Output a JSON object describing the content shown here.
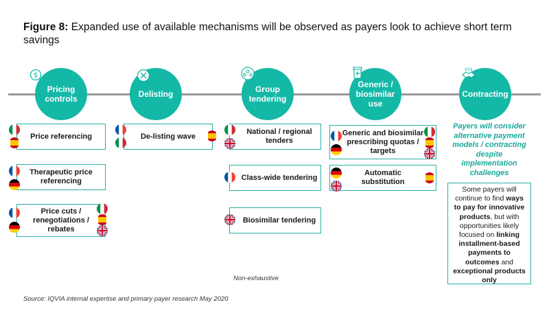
{
  "header": {
    "figure_label": "Figure 8:",
    "title_text": " Expanded use of available mechanisms will be observed as payers look to achieve short term savings"
  },
  "colors": {
    "teal": "#14b8a6",
    "box_border": "#2aaea0",
    "italic_teal": "#19a89a",
    "timeline": "#9a9a9a"
  },
  "stages": [
    {
      "label": "Pricing controls",
      "icon": "dollar-arrow-icon"
    },
    {
      "label": "Delisting",
      "icon": "x-circle-icon"
    },
    {
      "label": "Group tendering",
      "icon": "group-icon"
    },
    {
      "label": "Generic / biosimilar use",
      "icon": "pill-bottle-icon"
    },
    {
      "label": "Contracting",
      "icon": "handshake-icon"
    }
  ],
  "mechanisms": [
    {
      "label": "Price referencing",
      "flags": [
        "italy",
        "spain"
      ]
    },
    {
      "label": "Therapeutic price referencing",
      "flags": [
        "france",
        "germany"
      ]
    },
    {
      "label": "Price cuts / renegotiations / rebates",
      "flags": [
        "france",
        "germany",
        "italy",
        "spain",
        "uk"
      ]
    },
    {
      "label": "De-listing wave",
      "flags": [
        "france",
        "italy",
        "spain"
      ]
    },
    {
      "label": "National / regional tenders",
      "flags": [
        "italy",
        "uk"
      ]
    },
    {
      "label": "Class-wide tendering",
      "flags": [
        "france"
      ]
    },
    {
      "label": "Biosimilar tendering",
      "flags": [
        "uk"
      ]
    },
    {
      "label": "Generic and biosimilar prescribing quotas / targets",
      "flags": [
        "france",
        "germany",
        "italy",
        "spain",
        "uk"
      ]
    },
    {
      "label": "Automatic substitution",
      "flags": [
        "germany",
        "uk",
        "spain"
      ]
    }
  ],
  "contracting": {
    "headline": "Payers will consider alternative payment models / contracting despite implementation challenges",
    "note_parts": [
      {
        "text": "Some payers will continue to find ",
        "bold": false
      },
      {
        "text": "ways to pay for innovative products",
        "bold": true
      },
      {
        "text": ", but with opportunities likely focused on ",
        "bold": false
      },
      {
        "text": "linking installment-based payments to outcomes",
        "bold": true
      },
      {
        "text": " and ",
        "bold": false
      },
      {
        "text": "exceptional products only",
        "bold": true
      }
    ]
  },
  "footer": {
    "non_exhaustive": "Non-exhaustive",
    "source": "Source: IQVIA internal expertise and primary payer research May 2020"
  }
}
